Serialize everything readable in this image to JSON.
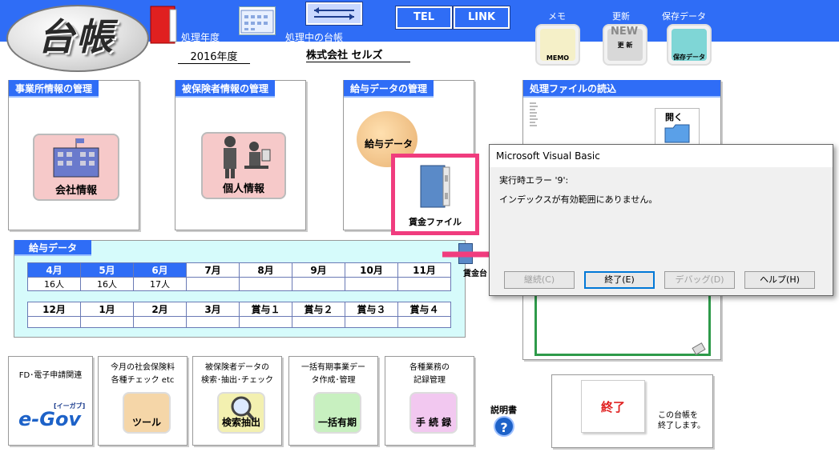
{
  "header": {
    "logo": "台帳",
    "year_label": "処理年度",
    "year_value": "2016年度",
    "ledger_label": "処理中の台帳",
    "company": "株式会社 セルズ",
    "tel": "TEL",
    "link": "LINK",
    "memo_caption": "メモ",
    "memo_icon_text": "MEMO",
    "update_caption": "更新",
    "update_icon_text": "更 新",
    "update_badge": "NEW",
    "save_caption": "保存データ",
    "save_icon_text": "保存データ"
  },
  "sections": {
    "office": {
      "title": "事業所情報の管理",
      "button": "会社情報"
    },
    "insured": {
      "title": "被保険者情報の管理",
      "button": "個人情報"
    },
    "salary": {
      "title": "給与データの管理",
      "button": "給与データ",
      "ledger_file": "賃金ファイル"
    },
    "files": {
      "title": "処理ファイルの読込",
      "open_label": "開く"
    }
  },
  "payroll": {
    "title": "給与データ",
    "row1_headers": [
      "4月",
      "5月",
      "6月",
      "7月",
      "8月",
      "9月",
      "10月",
      "11月"
    ],
    "row1_values": [
      "16人",
      "16人",
      "17人",
      "",
      "",
      "",
      "",
      ""
    ],
    "row2_headers": [
      "12月",
      "1月",
      "2月",
      "3月",
      "賞与１",
      "賞与２",
      "賞与３",
      "賞与４"
    ],
    "row2_values": [
      "",
      "",
      "",
      "",
      "",
      "",
      "",
      ""
    ],
    "ledger_side_label": "賃金台"
  },
  "bottom": [
    {
      "title": "FD･電子申請関連",
      "icon_label": "e-Gov",
      "icon_sub": "[イーガブ]"
    },
    {
      "title": "今月の社会保険料\n各種チェック etc",
      "icon_label": "ツール"
    },
    {
      "title": "被保険者データの\n検索･抽出･チェック",
      "icon_label": "検索抽出"
    },
    {
      "title": "一括有期事業デー\nタ作成･管理",
      "icon_label": "一括有期"
    },
    {
      "title": "各種業務の\n記録管理",
      "icon_label": "手 続 録"
    }
  ],
  "manual_label": "説明書",
  "exit": {
    "label": "終了",
    "note": "この台帳を\n終了します。"
  },
  "dialog": {
    "title": "Microsoft Visual Basic",
    "error": "実行時エラー '9':",
    "message": "インデックスが有効範囲にありません。",
    "buttons": [
      "継続(C)",
      "終了(E)",
      "デバッグ(D)",
      "ヘルプ(H)"
    ]
  },
  "colors": {
    "header_blue": "#2f6df6",
    "highlight_pink": "#f03c7e",
    "grid_bg": "#d6fbfb"
  }
}
